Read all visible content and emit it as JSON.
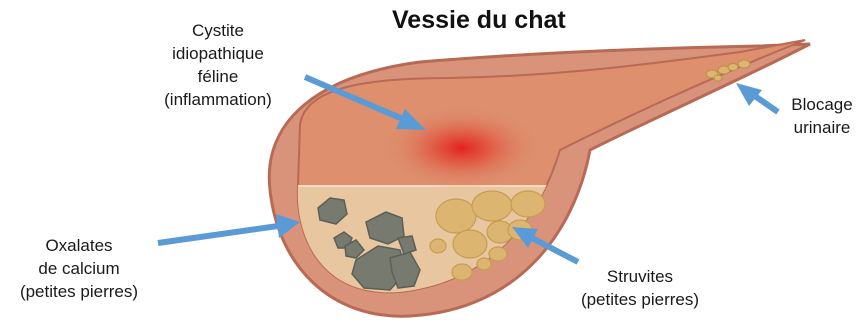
{
  "title": "Vessie du chat",
  "labels": {
    "cystitis": [
      "Cystite",
      "idiopathique",
      "féline",
      "(inflammation)"
    ],
    "blockage": [
      "Blocage",
      "urinaire"
    ],
    "oxalates": [
      "Oxalates",
      "de calcium",
      "(petites pierres)"
    ],
    "struvites": [
      "Struvites",
      "(petites pierres)"
    ]
  },
  "colors": {
    "bladder_outer": "#d9937a",
    "bladder_wall": "#c97a62",
    "bladder_inner": "#dd8f6e",
    "urine_sediment": "#e8c7a0",
    "inflammation": "#e0302a",
    "oxalate_stone": "#767a6f",
    "struvite_stone": "#dcb670",
    "arrow": "#5b9bd5"
  }
}
